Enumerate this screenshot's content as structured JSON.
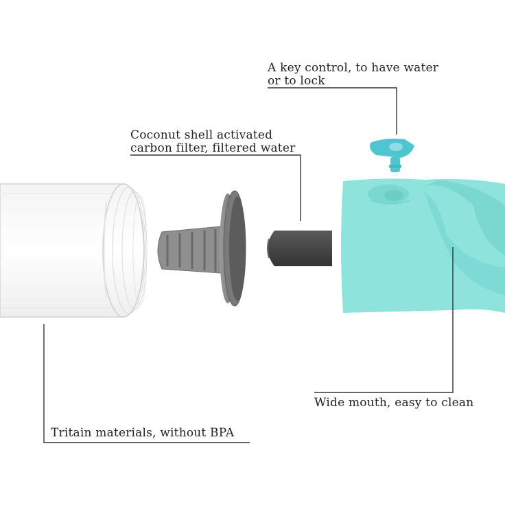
{
  "callouts": {
    "key_control": {
      "line1": "A key control, to have water",
      "line2": "or to lock"
    },
    "carbon_filter": {
      "line1": "Coconut shell activated",
      "line2": "carbon filter, filtered water"
    },
    "wide_mouth": {
      "text": "Wide mouth, easy to clean"
    },
    "tritain": {
      "text": "Tritain materials, without BPA"
    }
  },
  "colors": {
    "bottle_body": "#8ee3dd",
    "bottle_shadow": "#6fd3cc",
    "key_part": "#4fc5cf",
    "filter_cap": "#7d7d7d",
    "filter_cartridge": "#3f3f3f",
    "tube_outline": "#c9c9c9",
    "leader_line": "#333333"
  }
}
